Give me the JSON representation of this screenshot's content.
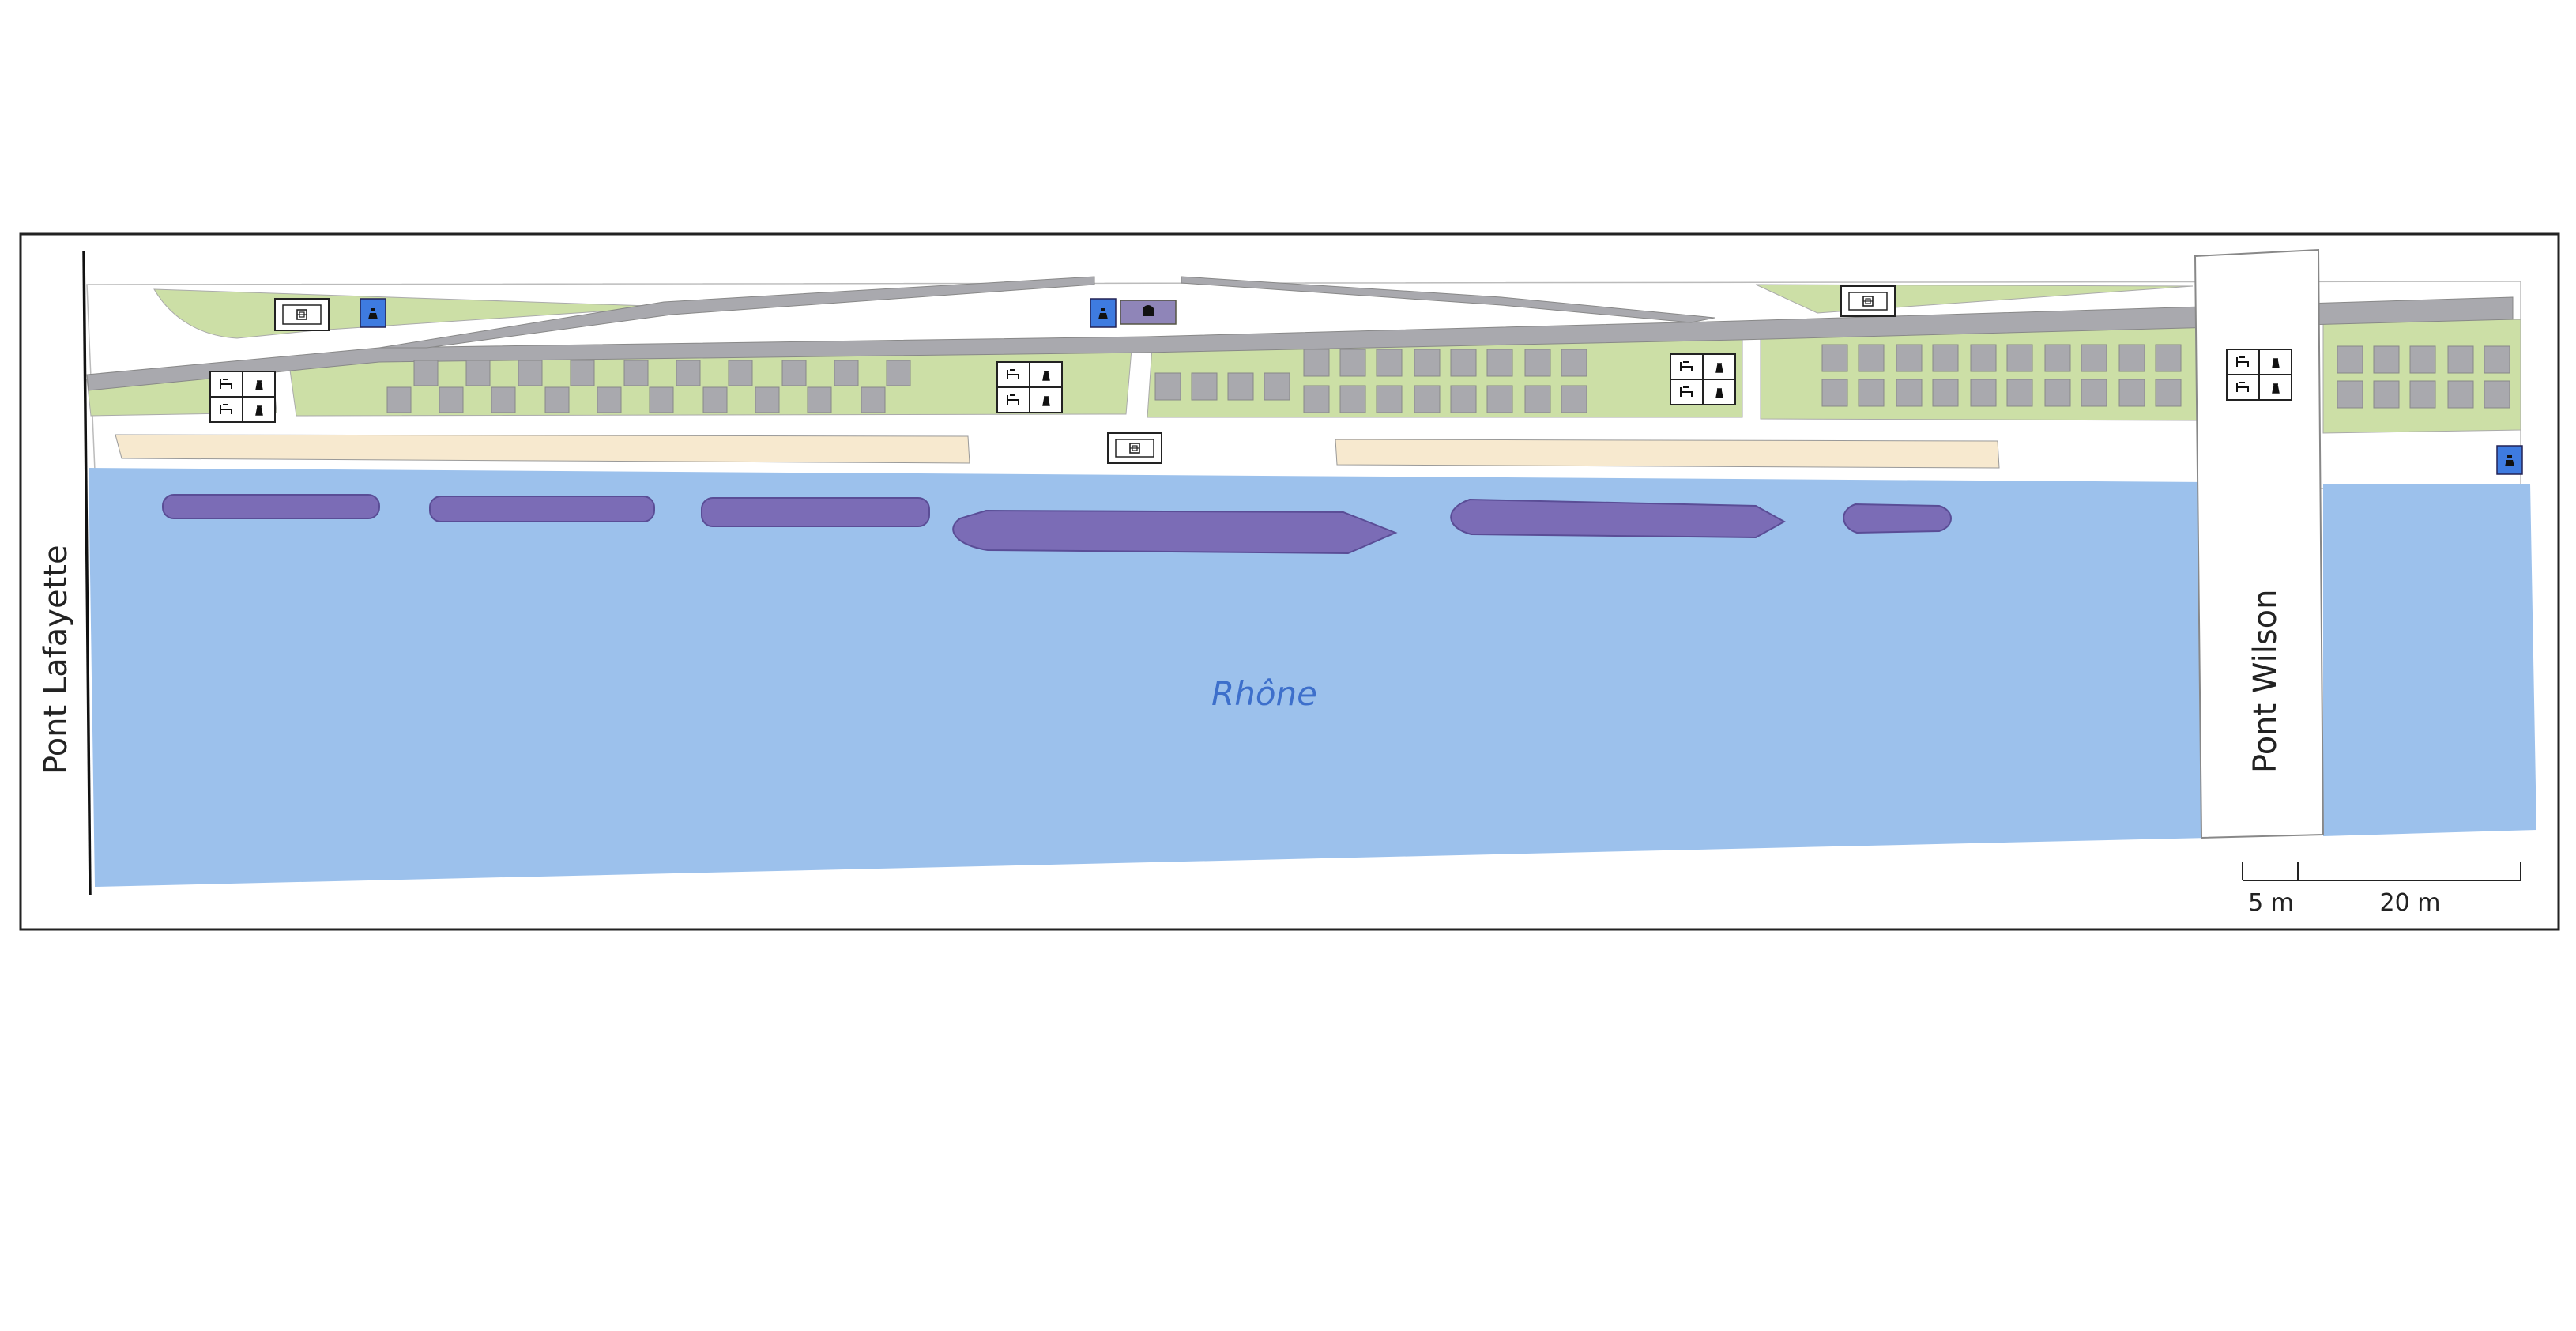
{
  "labels": {
    "bridge_left": "Pont Lafayette",
    "bridge_right": "Pont Wilson",
    "river": "Rhône"
  },
  "scale_bar": {
    "segment_small": "5 m",
    "segment_large": "20 m"
  },
  "legend_icons": {
    "bench_table": "bench-table-icon",
    "bin": "trash-bin-icon",
    "toilet": "toilet-icon",
    "bbq": "bbq-grill-icon"
  },
  "colors": {
    "water": "#9CC1EC",
    "lawn": "#CCDFA6",
    "path": "#A9A9AE",
    "quay": "#FFFFFF",
    "sand": "#F7E9CF",
    "boat": "#7B6CB6",
    "kiosk": "#8F85B8",
    "blue_marker": "#3E7BE0",
    "tile": "#A9A9AE",
    "river_label": "#3D6FCB"
  },
  "counts": {
    "boats": 6,
    "sand_strips": 2
  }
}
